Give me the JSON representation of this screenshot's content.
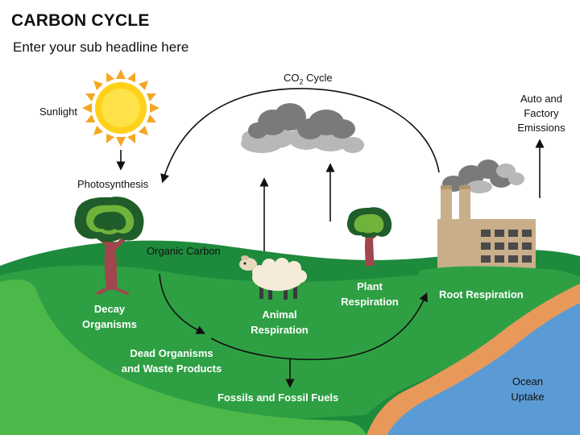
{
  "header": {
    "title": "CARBON CYCLE",
    "subtitle": "Enter your sub headline here"
  },
  "labels": {
    "sunlight": "Sunlight",
    "photosynthesis": "Photosynthesis",
    "co2_prefix": "CO",
    "co2_subscript": "2",
    "co2_suffix": " Cycle",
    "emissions_line1": "Auto and",
    "emissions_line2": "Factory",
    "emissions_line3": "Emissions",
    "organic_carbon": "Organic Carbon",
    "decay_line1": "Decay",
    "decay_line2": "Organisms",
    "animal_line1": "Animal",
    "animal_line2": "Respiration",
    "plant_line1": "Plant",
    "plant_line2": "Respiration",
    "root_respiration": "Root Respiration",
    "dead_line1": "Dead Organisms",
    "dead_line2": "and Waste Products",
    "fossils": "Fossils and Fossil Fuels",
    "ocean_line1": "Ocean",
    "ocean_line2": "Uptake"
  },
  "colors": {
    "hill_dark": "#1e8a3c",
    "hill_mid": "#2ea043",
    "hill_light": "#4cb84a",
    "sand": "#e8995a",
    "ocean": "#5b9bd5",
    "sun": "#ffd21a",
    "sun_rays": "#f5a623",
    "cloud_dark": "#7a7a7a",
    "cloud_light": "#b8b8b8",
    "factory": "#c9ae8a",
    "factory_window": "#4a4a4a",
    "tree_trunk": "#a1464c",
    "tree_leaf_dark": "#1f5e2a",
    "tree_leaf_light": "#6fb33a"
  },
  "icons": [
    "sun-icon",
    "cloud-icon",
    "factory-icon",
    "tree-icon",
    "sheep-icon",
    "arrow-icon"
  ]
}
